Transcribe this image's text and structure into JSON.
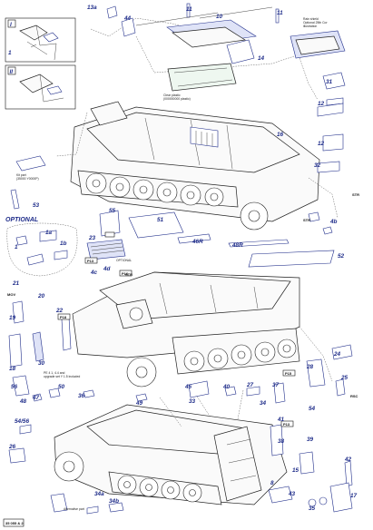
{
  "sheet": {
    "sheet_code": "35 055 & 2",
    "optional_label": "OPTIONAL",
    "inset_labels": [
      "I",
      "II"
    ],
    "captions": {
      "glass_clear": "Clear plastic\n(000000000 plastic)",
      "rain_cover": "Rain shield\nOptional 25th Cor\nillustration",
      "kit_part": "Kit part\n(35000 Y0000P)",
      "optional_small": "OPTIONAL",
      "pe_note": "PE 4 1, 4.4 and\nupgrade set Y 1.5 included",
      "alternative_part": "Alternative part"
    },
    "part_numbers": [
      "13a",
      "44",
      "11",
      "10",
      "11",
      "14",
      "1",
      "31",
      "12",
      "16",
      "12",
      "32",
      "53",
      "55",
      "51",
      "STR",
      "4b",
      "STR",
      "4d",
      "4c",
      "STR",
      "23",
      "46R",
      "48R",
      "52",
      "1a",
      "1",
      "1b",
      "21",
      "MOV",
      "19",
      "20",
      "22",
      "18",
      "30",
      "28",
      "24",
      "25",
      "RSC",
      "56",
      "48",
      "47",
      "54/56",
      "50",
      "36",
      "49",
      "45",
      "33",
      "40",
      "27",
      "37",
      "34",
      "41",
      "42",
      "38",
      "54",
      "26",
      "39",
      "15",
      "35",
      "17",
      "43",
      "8",
      "34a",
      "34b"
    ],
    "code_boxes": [
      "P13",
      "P18",
      "P15",
      "P16",
      "P13"
    ]
  }
}
